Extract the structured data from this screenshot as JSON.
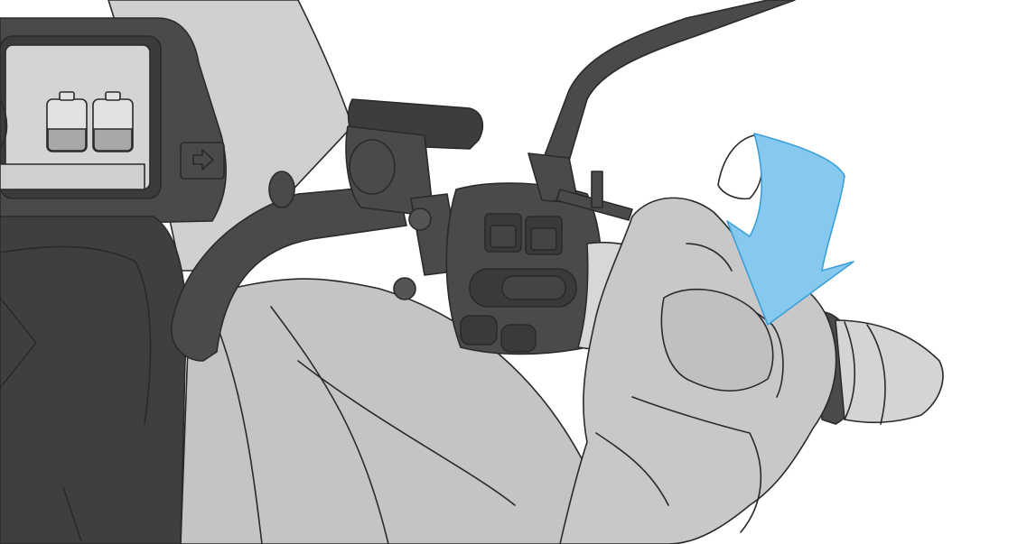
{
  "illustration": {
    "subject": "twist-throttle-instruction",
    "colors": {
      "background": "#ffffff",
      "body_light": "#c9c9c9",
      "body_mid": "#bdbdbd",
      "dark_part": "#4a4a4a",
      "darker_part": "#3b3b3b",
      "glove": "#c6c6c6",
      "arrow_fill": "#87c8ee",
      "arrow_inner": "#ffffff",
      "outline": "#2a2a2a"
    },
    "display": {
      "battery_icons": 2,
      "battery_level": 0.45,
      "indicator_icon": "right-arrow-icon"
    },
    "switch_buttons": 5,
    "arrow_direction": "rotate-down"
  }
}
